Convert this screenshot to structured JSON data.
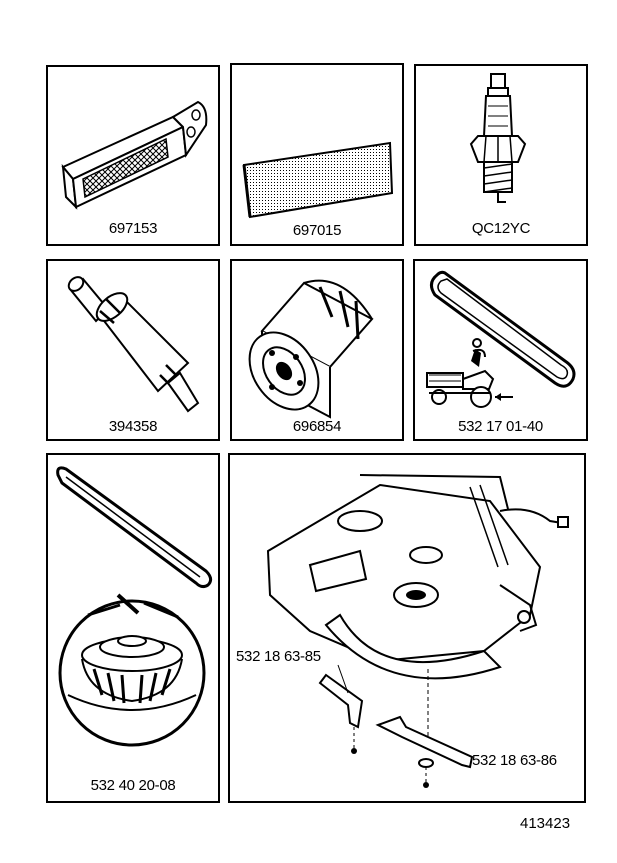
{
  "parts": [
    {
      "id": "air-filter",
      "number": "697153"
    },
    {
      "id": "pre-filter",
      "number": "697015"
    },
    {
      "id": "spark-plug",
      "number": "QC12YC"
    },
    {
      "id": "fuel-filter",
      "number": "394358"
    },
    {
      "id": "oil-filter",
      "number": "696854"
    },
    {
      "id": "drive-belt",
      "number": "532 17 01-40"
    },
    {
      "id": "belt-pulley",
      "number": "532 40 20-08"
    },
    {
      "id": "mower-blade-left",
      "number": "532 18 63-85"
    },
    {
      "id": "mower-blade-right",
      "number": "532 18 63-86"
    }
  ],
  "document_number": "413423",
  "colors": {
    "line": "#000000",
    "background": "#ffffff"
  }
}
